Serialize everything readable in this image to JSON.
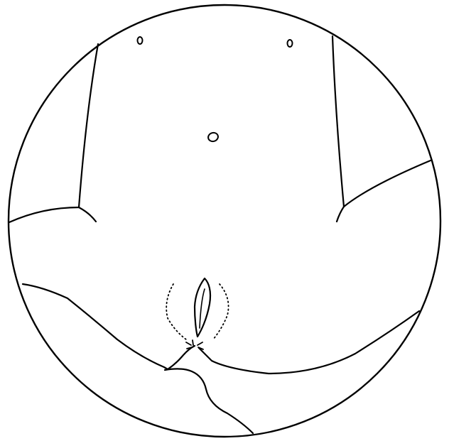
{
  "figure": {
    "line_color": "#000000",
    "background_color": "#ffffff",
    "style": "black line drawing inside a circular frame",
    "parts": [
      "outline-circle",
      "left-upper-body-contour",
      "right-upper-body-contour",
      "left-nipple",
      "right-nipple",
      "navel",
      "left-hip-contour",
      "right-hip-contour",
      "left-thigh-contour",
      "right-thigh-contour",
      "lower-crossing-line",
      "vulva-outline",
      "labial-inner-line",
      "dotted-left-contour",
      "dotted-right-contour",
      "perineal-star-marks"
    ]
  }
}
